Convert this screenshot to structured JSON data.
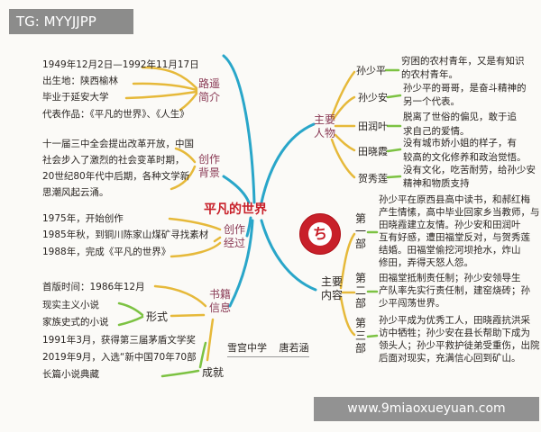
{
  "overlay_tag": "TG: MYYJJPP",
  "watermark": "www.9miaoxueyuan.com",
  "center_title": "平凡的世界",
  "signature": "雪宫中学  唐若涵",
  "colors": {
    "title": "#c8202a",
    "main_branch": "#29a6c9",
    "sub_branch": "#e6b93a",
    "leaf_branch": "#7cc242",
    "label": "#8a3a55"
  },
  "left": {
    "author": {
      "label": "路遥简介",
      "lines": [
        "1949年12月2日—1992年11月17日",
        "出生地：陕西榆林",
        "毕业于延安大学",
        "代表作品：《平凡的世界》、《人生》"
      ]
    },
    "background": {
      "label": "创作背景",
      "lines": [
        "十一届三中全会提出改革开放，中国",
        "社会步入了激烈的社会变革时期，",
        "20世纪80年代中后期，各种文学新",
        "思潮风起云涌。"
      ]
    },
    "process": {
      "label": "创作经过",
      "lines": [
        "1975年，开始创作",
        "1985年秋，到铜川陈家山煤矿寻找素材",
        "1988年，完成《平凡的世界》"
      ]
    },
    "book_info": {
      "label": "书籍信息",
      "first_edition": "首版时间：1986年12月",
      "form": {
        "label": "形式",
        "lines": [
          "现实主义小说",
          "家族史式的小说"
        ]
      },
      "achievement": {
        "label": "成就",
        "lines": [
          "1991年3月，获得第三届茅盾文学奖",
          "2019年9月，入选“新中国70年70部",
          "长篇小说典藏"
        ]
      }
    }
  },
  "right": {
    "characters": {
      "label": "主要人物",
      "items": [
        {
          "name": "孙少平",
          "desc": [
            "穷困的农村青年，又是有知识",
            "的农村青年。"
          ]
        },
        {
          "name": "孙少安",
          "desc": [
            "孙少平的哥哥，是奋斗精神的",
            "另一个代表。"
          ]
        },
        {
          "name": "田润叶",
          "desc": [
            "脱离了世俗的偏见，敢于追",
            "求自己的爱情。"
          ]
        },
        {
          "name": "田晓霞",
          "desc": [
            "没有城市娇小姐的样子，有",
            "较高的文化修养和政治觉悟。"
          ]
        },
        {
          "name": "贺秀莲",
          "desc": [
            "没有文化，吃苦耐劳，给孙少安",
            "精神和物质支持"
          ]
        }
      ]
    },
    "content": {
      "label": "主要内容",
      "parts": [
        {
          "name": "第一部",
          "lines": [
            "孙少平在原西县高中读书，和郝红梅",
            "产生情愫，高中毕业回家乡当教师，与",
            "田晓霞建立友情。孙少安和田润叶",
            "互有好感，遭田福堂反对，与贺秀莲",
            "结婚。田福堂偷挖河坝抢水，炸山",
            "修田，弄得天怒人怨。"
          ]
        },
        {
          "name": "第二部",
          "lines": [
            "田福堂抵制责任制；孙少安领导生",
            "产队率先实行责任制，建窑烧砖；孙",
            "少平闯荡世界。"
          ]
        },
        {
          "name": "第三部",
          "lines": [
            "孙少平成为优秀工人，田晓霞抗洪采",
            "访中牺牲；孙少安在县长帮助下成为",
            "领头人；孙少平救护徒弟受重伤，出院",
            "后面对现实，充满信心回到矿山。"
          ]
        }
      ]
    }
  }
}
